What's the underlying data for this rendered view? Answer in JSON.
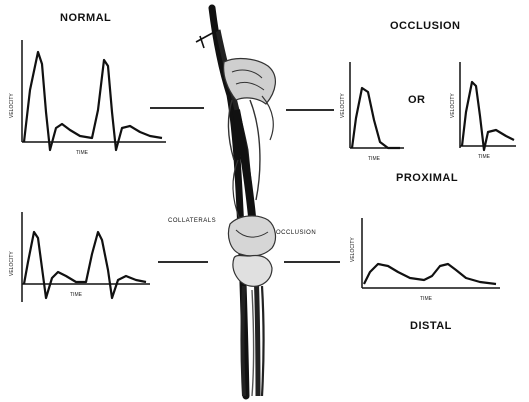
{
  "labels": {
    "normal": "NORMAL",
    "occlusion_title": "OCCLUSION",
    "or": "OR",
    "proximal": "PROXIMAL",
    "distal": "DISTAL",
    "collaterals": "COLLATERALS",
    "occlusion_marker": "OCCLUSION"
  },
  "axes": {
    "velocity": "VELOCITY",
    "time": "TIME"
  },
  "colors": {
    "ink": "#111111",
    "limb_shadow": "#2a2a2a",
    "limb_light": "#bdbdbd"
  }
}
